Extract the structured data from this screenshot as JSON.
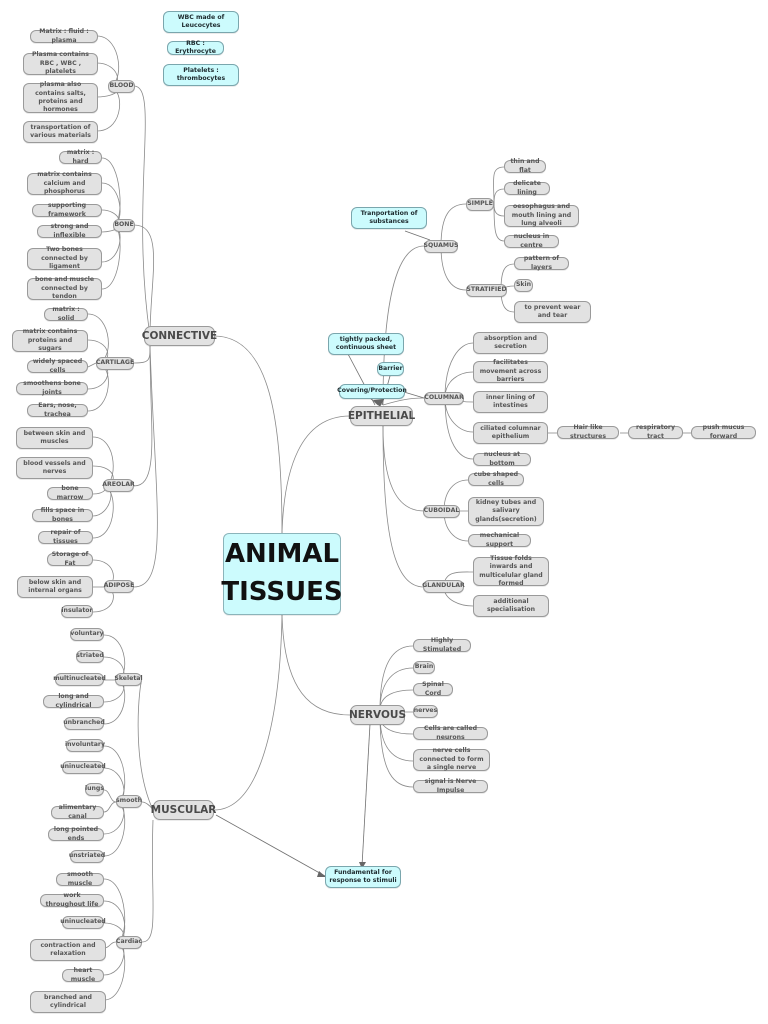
{
  "root": {
    "title": "ANIMAL TISSUES"
  },
  "colors": {
    "root_fill": "#ccfbfd",
    "node_fill": "#e2e2e2",
    "callout_fill": "#ccfbfd",
    "line": "#8a8a8a"
  },
  "callouts": {
    "wbc": "WBC made of Leucocytes",
    "rbc": "RBC : Erythrocyte",
    "platelets": "Platelets : thrombocytes",
    "transport": "Tranportation of substances",
    "tightly": "tightly packed, continuous sheet",
    "barrier": "Barrier",
    "covering": "Covering/Protection",
    "fundamental": "Fundamental for response to stimuli"
  },
  "connective": {
    "label": "CONNECTIVE",
    "blood": {
      "label": "BLOOD",
      "items": [
        "Matrix : fluid : plasma",
        "Plasma contains RBC , WBC , platelets",
        "plasma also contains salts, proteins and hormones",
        "transportation of various materials"
      ]
    },
    "bone": {
      "label": "BONE",
      "items": [
        "matrix : hard",
        "matrix contains calcium and phosphorus",
        "supporting framework",
        "strong and inflexible",
        "Two bones connected by ligament",
        "bone and muscle connected by tendon"
      ]
    },
    "cartilage": {
      "label": "CARTILAGE",
      "items": [
        "matrix : solid",
        "matrix contains proteins and sugars",
        "widely spaced cells",
        "smoothens bone joints",
        "Ears, nose, trachea"
      ]
    },
    "areolar": {
      "label": "AREOLAR",
      "items": [
        "between skin and muscles",
        "blood vessels and nerves",
        "bone marrow",
        "fills space in bones",
        "repair of tissues"
      ]
    },
    "adipose": {
      "label": "ADIPOSE",
      "items": [
        "Storage of Fat",
        "below skin and internal organs",
        "insulator"
      ]
    }
  },
  "muscular": {
    "label": "MUSCULAR",
    "skeletal": {
      "label": "Skeletal",
      "items": [
        "voluntary",
        "striated",
        "multinucleated",
        "long and cylindrical",
        "unbranched"
      ]
    },
    "smooth": {
      "label": "smooth",
      "items": [
        "involuntary",
        "uninucleated",
        "lungs",
        "alimentary canal",
        "long pointed ends",
        "unstriated"
      ]
    },
    "cardiac": {
      "label": "Cardiac",
      "items": [
        "smooth muscle",
        "work throughout life",
        "uninucleated",
        "contraction and relaxation",
        "heart muscle",
        "branched and cylindrical"
      ]
    }
  },
  "epithelial": {
    "label": "EPITHELIAL",
    "squamus": {
      "label": "SQUAMUS",
      "simple": {
        "label": "SIMPLE",
        "items": [
          "thin and flat",
          "delicate lining",
          "oesophagus and mouth lining and lung alveoli",
          "nucleus in centre"
        ]
      },
      "stratified": {
        "label": "STRATIFIED",
        "items": [
          "pattern of layers",
          "Skin",
          "to prevent wear and tear"
        ]
      }
    },
    "columnar": {
      "label": "COLUMNAR",
      "items": [
        "absorption and secretion",
        "facilitates movement across barriers",
        "inner lining of intestines",
        "ciliated columnar epithelium",
        "nucleus at bottom"
      ],
      "chain": [
        "Hair like structures",
        "respiratory tract",
        "push mucus forward"
      ]
    },
    "cuboidal": {
      "label": "CUBOIDAL",
      "items": [
        "cube shaped cells",
        "kidney tubes and salivary glands(secretion)",
        "mechanical support"
      ]
    },
    "glandular": {
      "label": "GLANDULAR",
      "items": [
        "Tissue folds inwards and multicelular gland formed",
        "additional specialisation"
      ]
    }
  },
  "nervous": {
    "label": "NERVOUS",
    "items": [
      "Highly Stimulated",
      "Brain",
      "Spinal Cord",
      "nerves",
      "Cells are called neurons",
      "nerve cells connected to form a single nerve",
      "signal is Nerve Impulse"
    ]
  }
}
